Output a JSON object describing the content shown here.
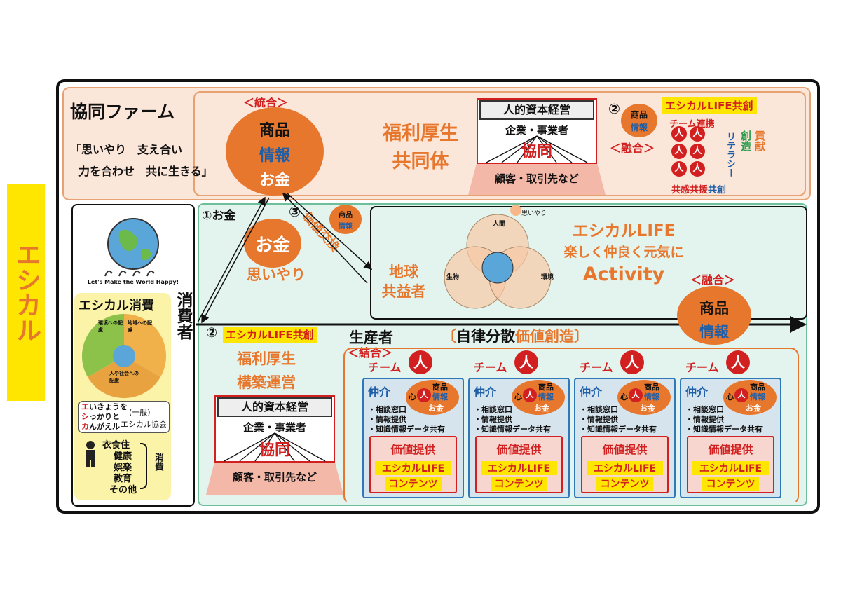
{
  "side_title": "エシカルeconomy",
  "farm": {
    "title": "協同ファーム",
    "motto1": "「思いやり　支え合い",
    "motto2": "力を合わせ　共に生きる」"
  },
  "top_circle": {
    "label_top": "＜統合＞",
    "l1": "商品",
    "l2": "情報",
    "l3": "お金"
  },
  "welfare_top": {
    "l1": "福利厚生",
    "l2": "共同体"
  },
  "hc_top": {
    "head": "人的資本経営",
    "sub": "企業・事業者",
    "mid": "協同",
    "base": "顧客・取引先など"
  },
  "right_top": {
    "num": "②",
    "small1": "商品",
    "small2": "情報",
    "fusion": "＜融合＞",
    "ethical_label": "エシカルLIFE共創",
    "team_link": "チーム連携",
    "person": "人",
    "literacy": "リテラシー",
    "sozo": "創造",
    "kouken": "貢献",
    "kyokan": "共感共援",
    "kyoso": "共創"
  },
  "left_panel": {
    "globe_caption": "Let's Make the World Happy!",
    "consumption_title": "エシカル消費",
    "seg1": "環境への配慮",
    "seg2": "地域への配慮",
    "seg3": "人や社会への配慮",
    "assoc1_e": "エ",
    "assoc1_r": "いきょうを",
    "assoc2_e": "シ",
    "assoc2_r": "っかりと",
    "assoc3_e": "カ",
    "assoc3_r": "んがえル",
    "assoc_paren": "(一般)",
    "assoc_name": "エシカル協会",
    "life1": "衣食住",
    "life2": "健康",
    "life3": "娯楽",
    "life4": "教育",
    "life5": "その他",
    "life_side": "消費"
  },
  "consumer": {
    "label": "消費者"
  },
  "flows": {
    "f1": "①お金",
    "f3": "③",
    "value_exchange": "価値交換",
    "f3_small1": "商品",
    "f3_small2": "情報"
  },
  "money_circle": {
    "label": "お金",
    "caption": "思いやり"
  },
  "earth": {
    "label1": "地球",
    "label2": "共益者",
    "omoiyari": "思いやり",
    "ningen": "人間",
    "seibutsu": "生物",
    "kankyo": "環境"
  },
  "activity": {
    "l1": "エシカルLIFE",
    "l2": "楽しく仲良く元気に",
    "l3": "Activity"
  },
  "fusion_mid": {
    "label": "＜融合＞",
    "l1": "商品",
    "l2": "情報"
  },
  "bottom_left": {
    "num": "②",
    "ethical_label": "エシカルLIFE共創",
    "welfare1": "福利厚生",
    "welfare2": "構築運営",
    "head": "人的資本経営",
    "sub": "企業・事業者",
    "mid": "協同",
    "base": "顧客・取引先など"
  },
  "producer": {
    "label": "生産者",
    "autonomy_black": "自律分散",
    "autonomy_orange": "価値創造",
    "integrate": "＜結合＞"
  },
  "team": {
    "team_label": "チーム",
    "person": "人",
    "mediator": "仲介",
    "heart": "心",
    "small1": "商品",
    "small2": "情報",
    "small3": "お金",
    "b1": "・相談窓口",
    "b2": "・情報提供",
    "b3": "・知識情報データ共有",
    "value": "価値提供",
    "contents1": "エシカルLIFE",
    "contents2": "コンテンツ"
  },
  "colors": {
    "orange": "#e8772e",
    "peach": "#fbe6da",
    "mint": "#e3f4ee",
    "red": "#d21f1f",
    "blue": "#2e77b8"
  }
}
